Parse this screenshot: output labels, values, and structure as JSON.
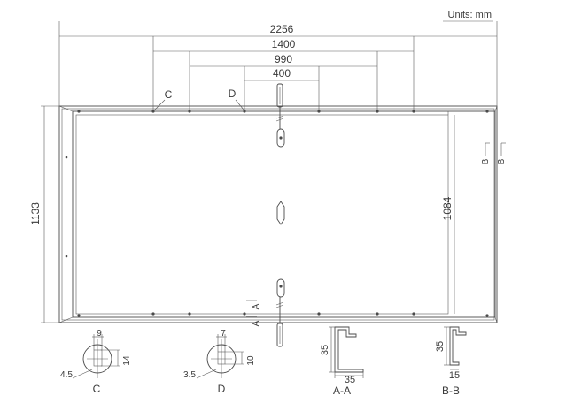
{
  "units_label": "Units: mm",
  "dimensions": {
    "width_overall": "2256",
    "spacing_1400": "1400",
    "spacing_990": "990",
    "spacing_400": "400",
    "height_overall": "1133",
    "height_inner": "1084"
  },
  "callouts": {
    "c": "C",
    "d": "D",
    "a": "A",
    "b": "B"
  },
  "details": {
    "c": {
      "label": "C",
      "top": "9",
      "left": "4.5",
      "right": "14"
    },
    "d": {
      "label": "D",
      "top": "7",
      "left": "3.5",
      "right": "10"
    },
    "aa": {
      "label": "A-A",
      "height": "35",
      "width": "35"
    },
    "bb": {
      "label": "B-B",
      "height": "35",
      "width": "15"
    }
  }
}
